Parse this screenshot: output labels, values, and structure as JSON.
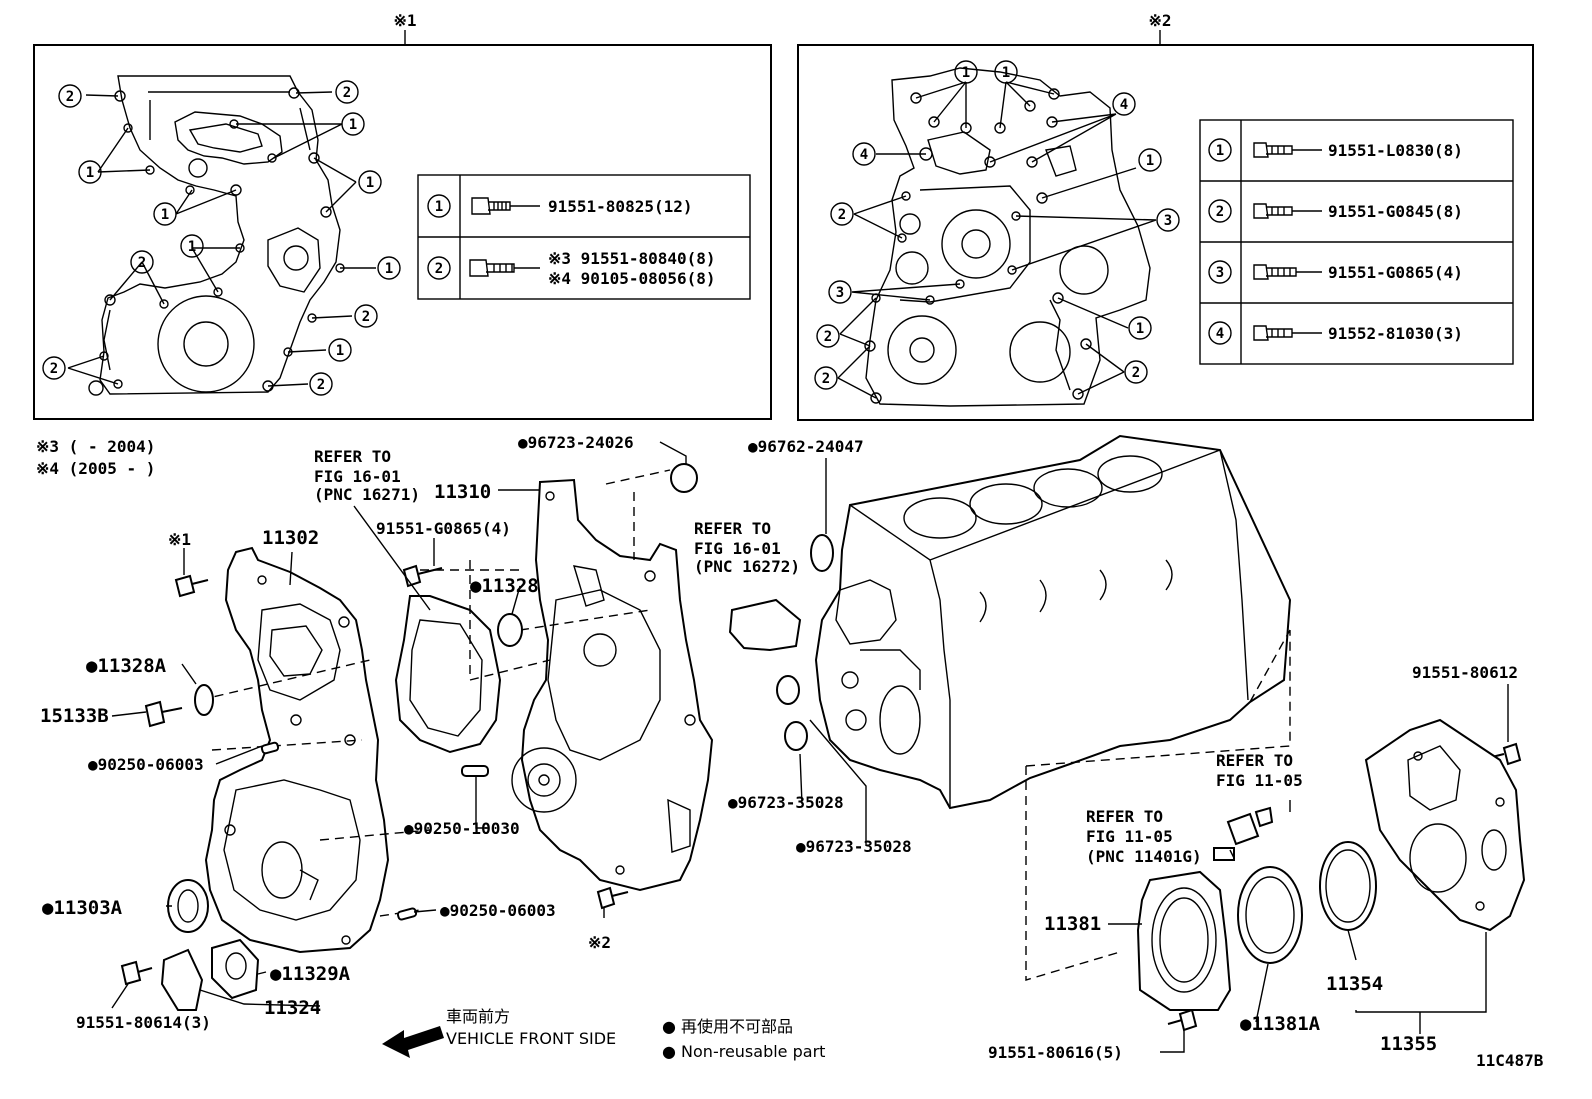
{
  "panels": {
    "p1": {
      "mark": "※1",
      "callouts": [
        "2",
        "2",
        "1",
        "1",
        "1",
        "1",
        "1",
        "2",
        "1",
        "2",
        "1",
        "2",
        "2"
      ],
      "legend": [
        {
          "num": "1",
          "lines": [
            "91551-80825(12)"
          ]
        },
        {
          "num": "2",
          "lines": [
            "※3 91551-80840(8)",
            "※4 90105-08056(8)"
          ]
        }
      ]
    },
    "p2": {
      "mark": "※2",
      "callouts": [
        "1",
        "1",
        "4",
        "4",
        "1",
        "2",
        "3",
        "3",
        "2",
        "1",
        "2",
        "2"
      ],
      "legend": [
        {
          "num": "1",
          "part": "91551-L0830(8)"
        },
        {
          "num": "2",
          "part": "91551-G0845(8)"
        },
        {
          "num": "3",
          "part": "91551-G0865(4)"
        },
        {
          "num": "4",
          "part": "91552-81030(3)"
        }
      ]
    }
  },
  "notes": {
    "n3": "※3 (      - 2004)",
    "n4": "※4 (2005 -      )"
  },
  "parts": {
    "p96723_24026": "●96723-24026",
    "p96762_24047": "●96762-24047",
    "p11310": "11310",
    "p11302": "11302",
    "mark1": "※1",
    "p91551_G0865": "91551-G0865(4)",
    "p11328": "●11328",
    "p11328A": "●11328A",
    "p15133B": "15133B",
    "p90250_06003a": "●90250-06003",
    "p90250_10030": "●90250-10030",
    "p96723_35028a": "●96723-35028",
    "p96723_35028b": "●96723-35028",
    "p11303A": "●11303A",
    "p90250_06003b": "●90250-06003",
    "mark2": "※2",
    "p11329A": "●11329A",
    "p11324": "11324",
    "p91551_80614": "91551-80614(3)",
    "p91551_80612": "91551-80612",
    "p11381": "11381",
    "p11381A": "●11381A",
    "p11354": "11354",
    "p11355": "11355",
    "p91551_80616": "91551-80616(5)"
  },
  "refs": {
    "r1": {
      "l1": "REFER TO",
      "l2": "FIG 16-01",
      "l3": "(PNC 16271)"
    },
    "r2": {
      "l1": "REFER TO",
      "l2": "FIG 16-01",
      "l3": "(PNC 16272)"
    },
    "r3": {
      "l1": "REFER TO",
      "l2": "FIG 11-05"
    },
    "r4": {
      "l1": "REFER TO",
      "l2": "FIG 11-05",
      "l3": "(PNC 11401G)"
    }
  },
  "footer": {
    "front_jp": "車両前方",
    "front_en": "VEHICLE FRONT SIDE",
    "legend_jp": "● 再使用不可部品",
    "legend_en": "● Non-reusable part",
    "code": "11C487B"
  }
}
